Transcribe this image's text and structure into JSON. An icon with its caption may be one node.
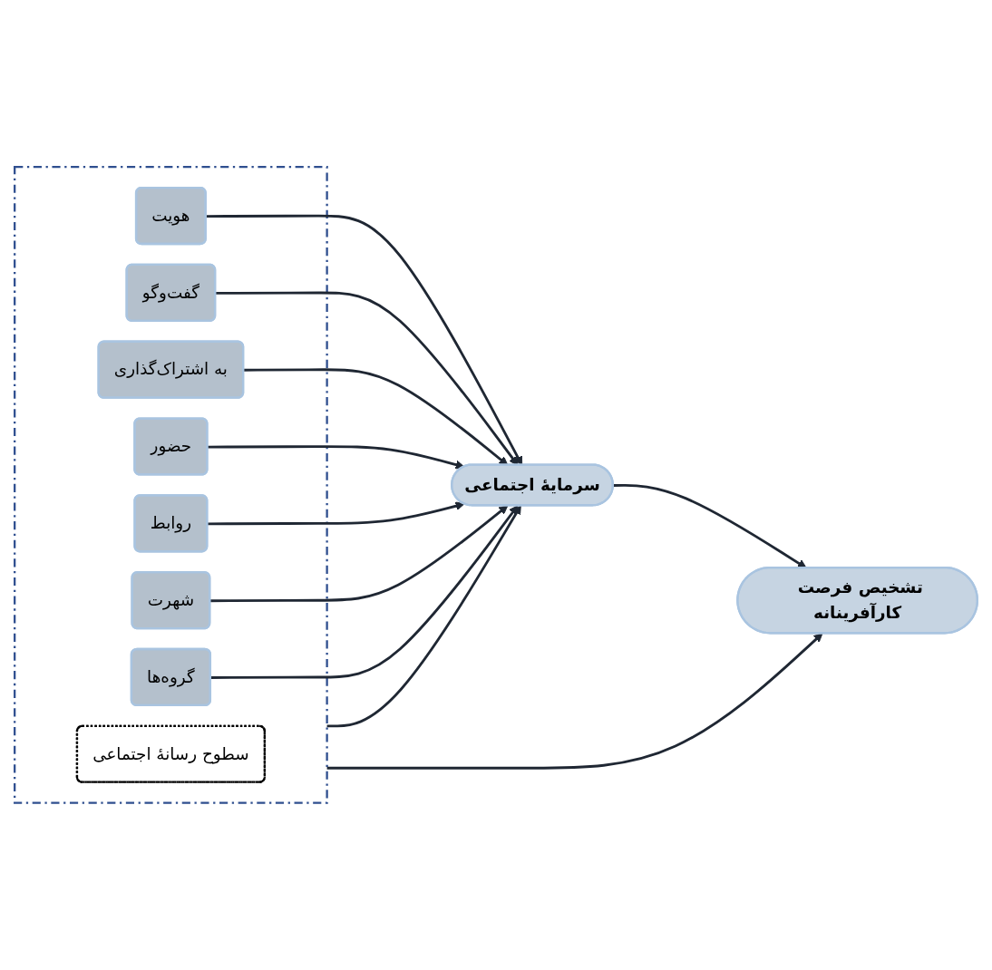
{
  "diagram": {
    "nodes": [
      {
        "text": [],
        "shape": "box"
      },
      {
        "text": [
          "سطوح رسانهٔ اجتماعی"
        ],
        "in": 0
      },
      {
        "text": [
          "هویت"
        ],
        "in": 0
      },
      {
        "text": [
          "گفت‌وگو"
        ],
        "in": 0
      },
      {
        "text": [
          "به اشتراک‌گذاری"
        ],
        "in": 0
      },
      {
        "text": [
          "حضور"
        ],
        "in": 0
      },
      {
        "text": [
          "روابط"
        ],
        "in": 0
      },
      {
        "text": [
          "شهرت"
        ],
        "in": 0
      },
      {
        "text": [
          "گروه‌ها"
        ],
        "in": 0
      },
      {
        "text": [
          "سرمایهٔ اجتماعی"
        ]
      },
      {
        "text": [
          "تشخیص فرصت کارآفرینانه"
        ]
      }
    ],
    "edges": [
      {
        "from": 0,
        "to": 10,
        "arrow": "to"
      },
      {
        "from": 0,
        "to": 9,
        "arrow": "to"
      },
      {
        "from": 2,
        "to": 9,
        "arrow": "to"
      },
      {
        "from": 3,
        "to": 9,
        "arrow": "to"
      },
      {
        "from": 4,
        "to": 9,
        "arrow": "to"
      },
      {
        "from": 5,
        "to": 9,
        "arrow": "to"
      },
      {
        "from": 6,
        "to": 9,
        "arrow": "to"
      },
      {
        "from": 7,
        "to": 9,
        "arrow": "to"
      },
      {
        "from": 8,
        "to": 9,
        "arrow": "to"
      },
      {
        "from": 9,
        "to": 10,
        "arrow": "to"
      }
    ]
  }
}
